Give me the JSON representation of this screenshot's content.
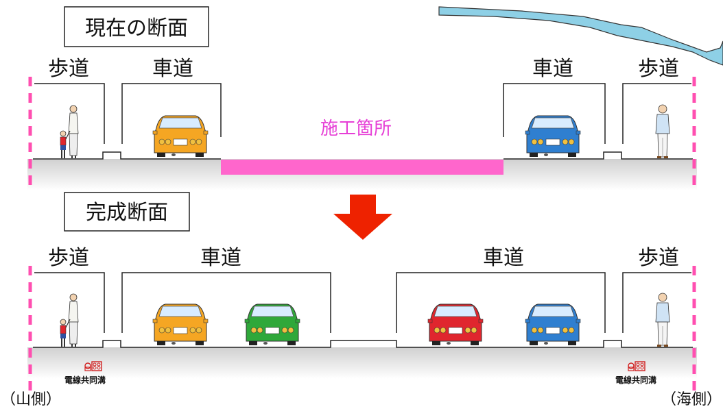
{
  "current": {
    "title": "現在の断面",
    "labels": {
      "sidewalk_left": "歩道",
      "road_left": "車道",
      "road_right": "車道",
      "sidewalk_right": "歩道"
    },
    "construction_label": "施工箇所"
  },
  "completed": {
    "title": "完成断面",
    "labels": {
      "sidewalk_left": "歩道",
      "road_left": "車道",
      "road_right": "車道",
      "sidewalk_right": "歩道"
    },
    "duct_left": "電線共同溝",
    "duct_right": "電線共同溝"
  },
  "sides": {
    "left": "（山側）",
    "right": "（海側）"
  },
  "colors": {
    "boundary": "#ff4fb0",
    "construction": "#ff66cc",
    "construction_text": "#e63fd6",
    "arrow": "#ee2200",
    "map_line": "#8ed0e6",
    "car_yellow": "#f5a623",
    "car_green": "#2fa83a",
    "car_red": "#e0262e",
    "car_blue": "#2f7fd0"
  }
}
